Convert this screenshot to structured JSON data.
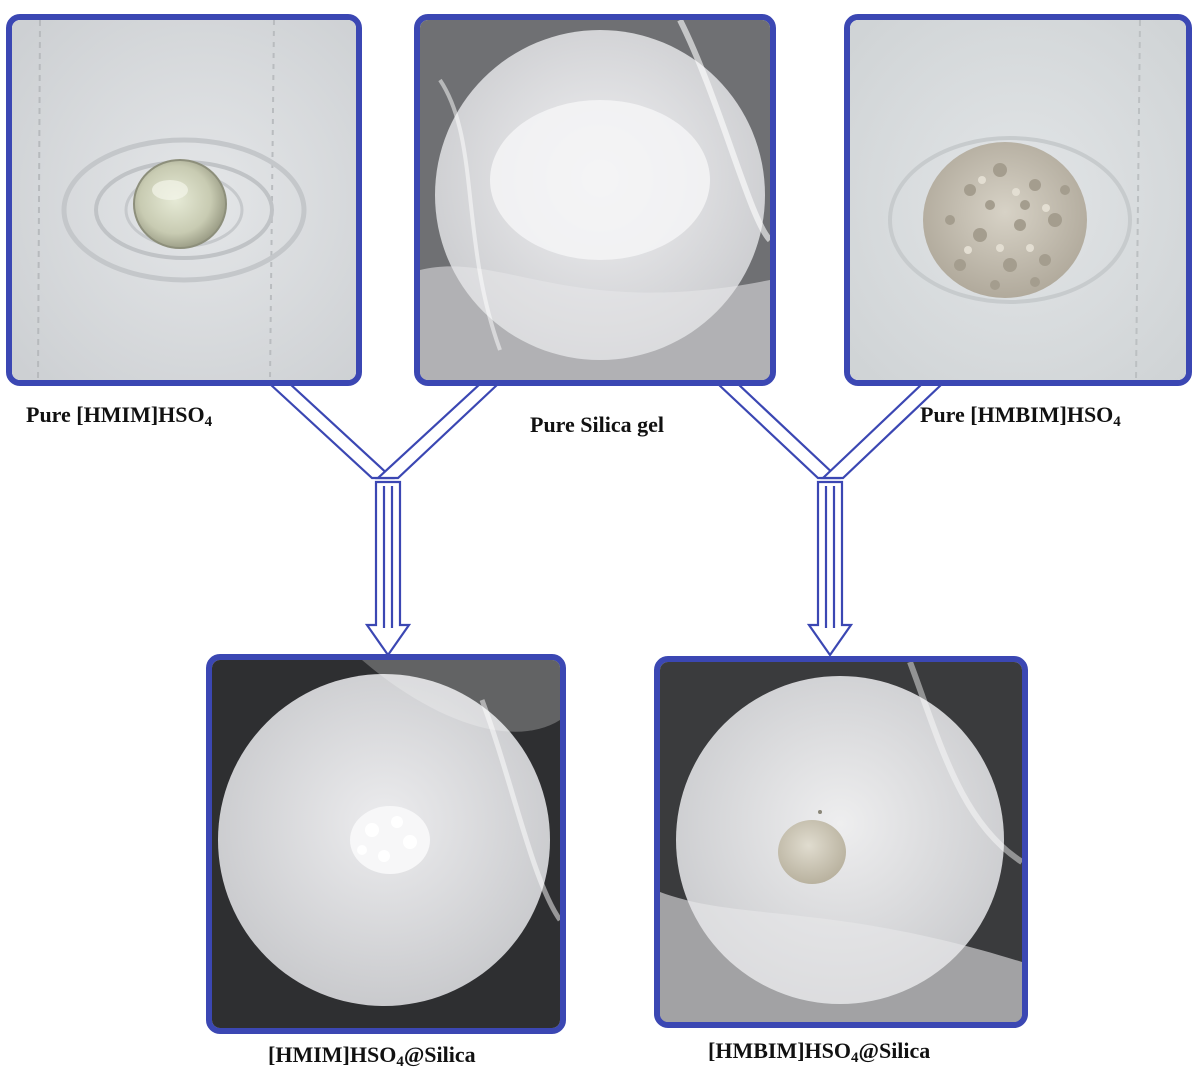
{
  "panels": {
    "hmim_pure": {
      "label": {
        "before": "Pure [HMIM]HSO",
        "sub": "4",
        "after": ""
      },
      "picture": "liquid-droplet-on-white-cloth"
    },
    "silica_pure": {
      "label": {
        "before": "Pure Silica gel",
        "sub": "",
        "after": ""
      },
      "picture": "white-powder-on-paper-disk-in-plastic-bag"
    },
    "hmbim_pure": {
      "label": {
        "before": "Pure [HMBIM]HSO",
        "sub": "4",
        "after": ""
      },
      "picture": "beige-granules-on-white-cloth"
    },
    "hmim_silica": {
      "label": {
        "before": "[HMIM]HSO",
        "sub": "4",
        "after": "@Silica"
      },
      "picture": "small-white-powder-on-paper-disk"
    },
    "hmbim_silica": {
      "label": {
        "before": "[HMBIM]HSO",
        "sub": "4",
        "after": "@Silica"
      },
      "picture": "beige-lump-on-paper-disk"
    }
  },
  "style": {
    "frame_color": "#3b47b3",
    "arrow_color": "#3b47b3"
  }
}
